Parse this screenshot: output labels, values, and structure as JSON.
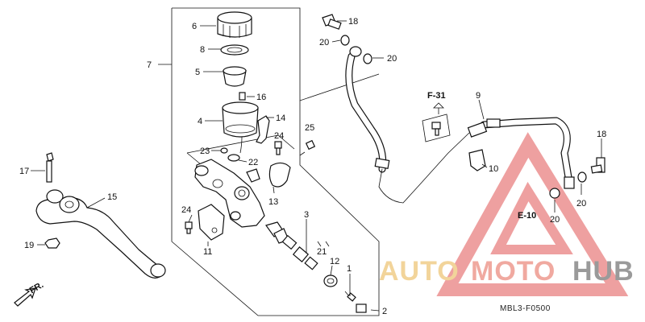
{
  "diagram": {
    "code": "MBL3-F0500",
    "parts": {
      "p1": "1",
      "p2": "2",
      "p3": "3",
      "p4": "4",
      "p5": "5",
      "p6": "6",
      "p7": "7",
      "p8": "8",
      "p9": "9",
      "p10": "10",
      "p11": "11",
      "p12": "12",
      "p13": "13",
      "p14": "14",
      "p15": "15",
      "p16": "16",
      "p17": "17",
      "p18": "18",
      "p19": "19",
      "p20": "20",
      "p21": "21",
      "p22": "22",
      "p23": "23",
      "p24": "24",
      "p25": "25"
    },
    "refs": {
      "f31": "F-31",
      "e10": "E-10"
    },
    "front": "FR."
  },
  "watermark": {
    "auto": "AUTO",
    "moto": "MOTO",
    "hub": "HUB"
  },
  "colors": {
    "watermark_triangle": "#e88080",
    "watermark_auto": "#f2d49a",
    "watermark_moto": "#f0a9a0",
    "watermark_hub": "#9a9a9a"
  }
}
